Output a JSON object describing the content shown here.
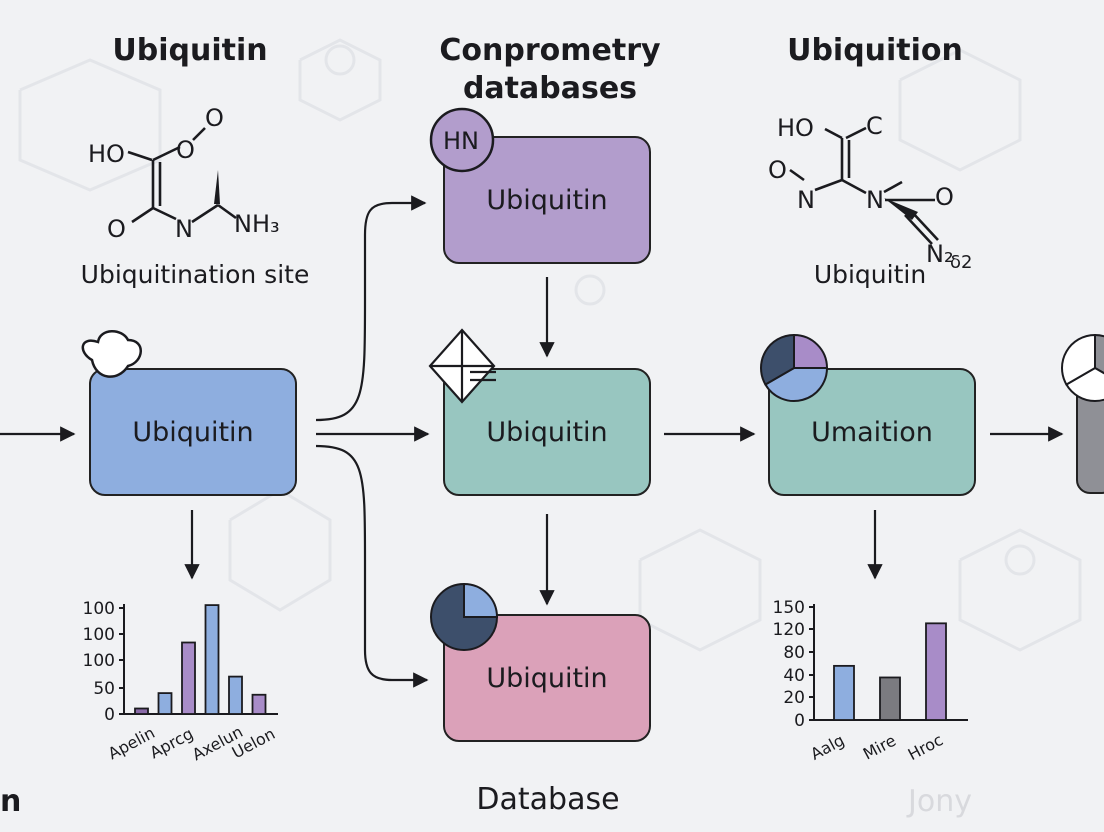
{
  "headings": {
    "left": "Ubiquitin",
    "middle_line1": "Conprometry",
    "middle_line2": "databases",
    "right": "Ubiquition"
  },
  "molecule_left": {
    "atoms": [
      "HO",
      "O",
      "O",
      "O",
      "N",
      "NH₃"
    ],
    "caption": "Ubiquitination site"
  },
  "molecule_right": {
    "atoms": [
      "HO",
      "C",
      "O",
      "N",
      "N",
      "O",
      "N₂",
      "δ2"
    ],
    "caption": "Ubiquitin"
  },
  "boxes": {
    "left": {
      "label": "Ubiquitin",
      "color": "#8eaedf"
    },
    "top": {
      "label": "Ubiquitin",
      "color": "#b29dcc",
      "badge": "HN"
    },
    "middle": {
      "label": "Ubiquitin",
      "color": "#98c6c0"
    },
    "bottom": {
      "label": "Ubiquitin",
      "color": "#dba1b9"
    },
    "right": {
      "label": "Umaition",
      "color": "#98c6c0"
    }
  },
  "edge_texts": {
    "left": "n",
    "bottom_center": "Database",
    "bottom_right": "Jony"
  },
  "chart_data": [
    {
      "type": "bar",
      "categories": [
        "Apelin",
        "Aprcg",
        "Axelun",
        "Uelon"
      ],
      "values": [
        10,
        38,
        130,
        198,
        68,
        35
      ],
      "ytick_labels": [
        "100",
        "100",
        "100",
        "50",
        "0"
      ],
      "colors": [
        "#8a6ba8",
        "#8eaedf",
        "#a88cc8",
        "#8eaedf",
        "#8eaedf",
        "#a88cc8"
      ]
    },
    {
      "type": "bar",
      "categories": [
        "Aalg",
        "Mire",
        "Hroc"
      ],
      "values": [
        70,
        55,
        125
      ],
      "yticks": [
        "150",
        "120",
        "80",
        "40",
        "20",
        "0"
      ],
      "colors": [
        "#8eaedf",
        "#7b7b80",
        "#a88cc8"
      ]
    }
  ],
  "pie_badges": {
    "colors": [
      "#3d4f6b",
      "#8eaedf",
      "#a88cc8"
    ]
  },
  "colors": {
    "stroke": "#1b1b1f",
    "background": "#f1f2f4"
  }
}
